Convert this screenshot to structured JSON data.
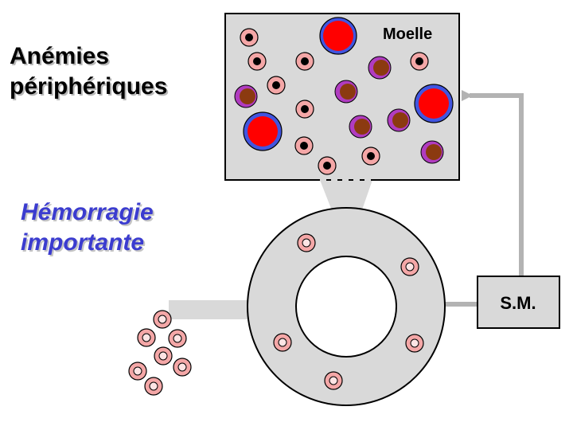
{
  "title": {
    "line1": "Anémies",
    "line2": "périphériques"
  },
  "subtitle": {
    "line1": "Hémorragie",
    "line2": "importante"
  },
  "marrow": {
    "label": "Moelle"
  },
  "regulator": {
    "label": "S.M."
  },
  "colors": {
    "title_text": "#000000",
    "subtitle_text": "#3b3ccf",
    "box_fill": "#d9d9d9",
    "connector": "#b3b3b3",
    "rbc_fill": "#f4a7a7",
    "rbc_center": "#fde4e4",
    "nucleus": "#000000",
    "blast_outer": "#4155e0",
    "blast_inner": "#ff0000",
    "myelocyte_outer": "#b03cc0",
    "myelocyte_inner": "#8b3a10"
  }
}
